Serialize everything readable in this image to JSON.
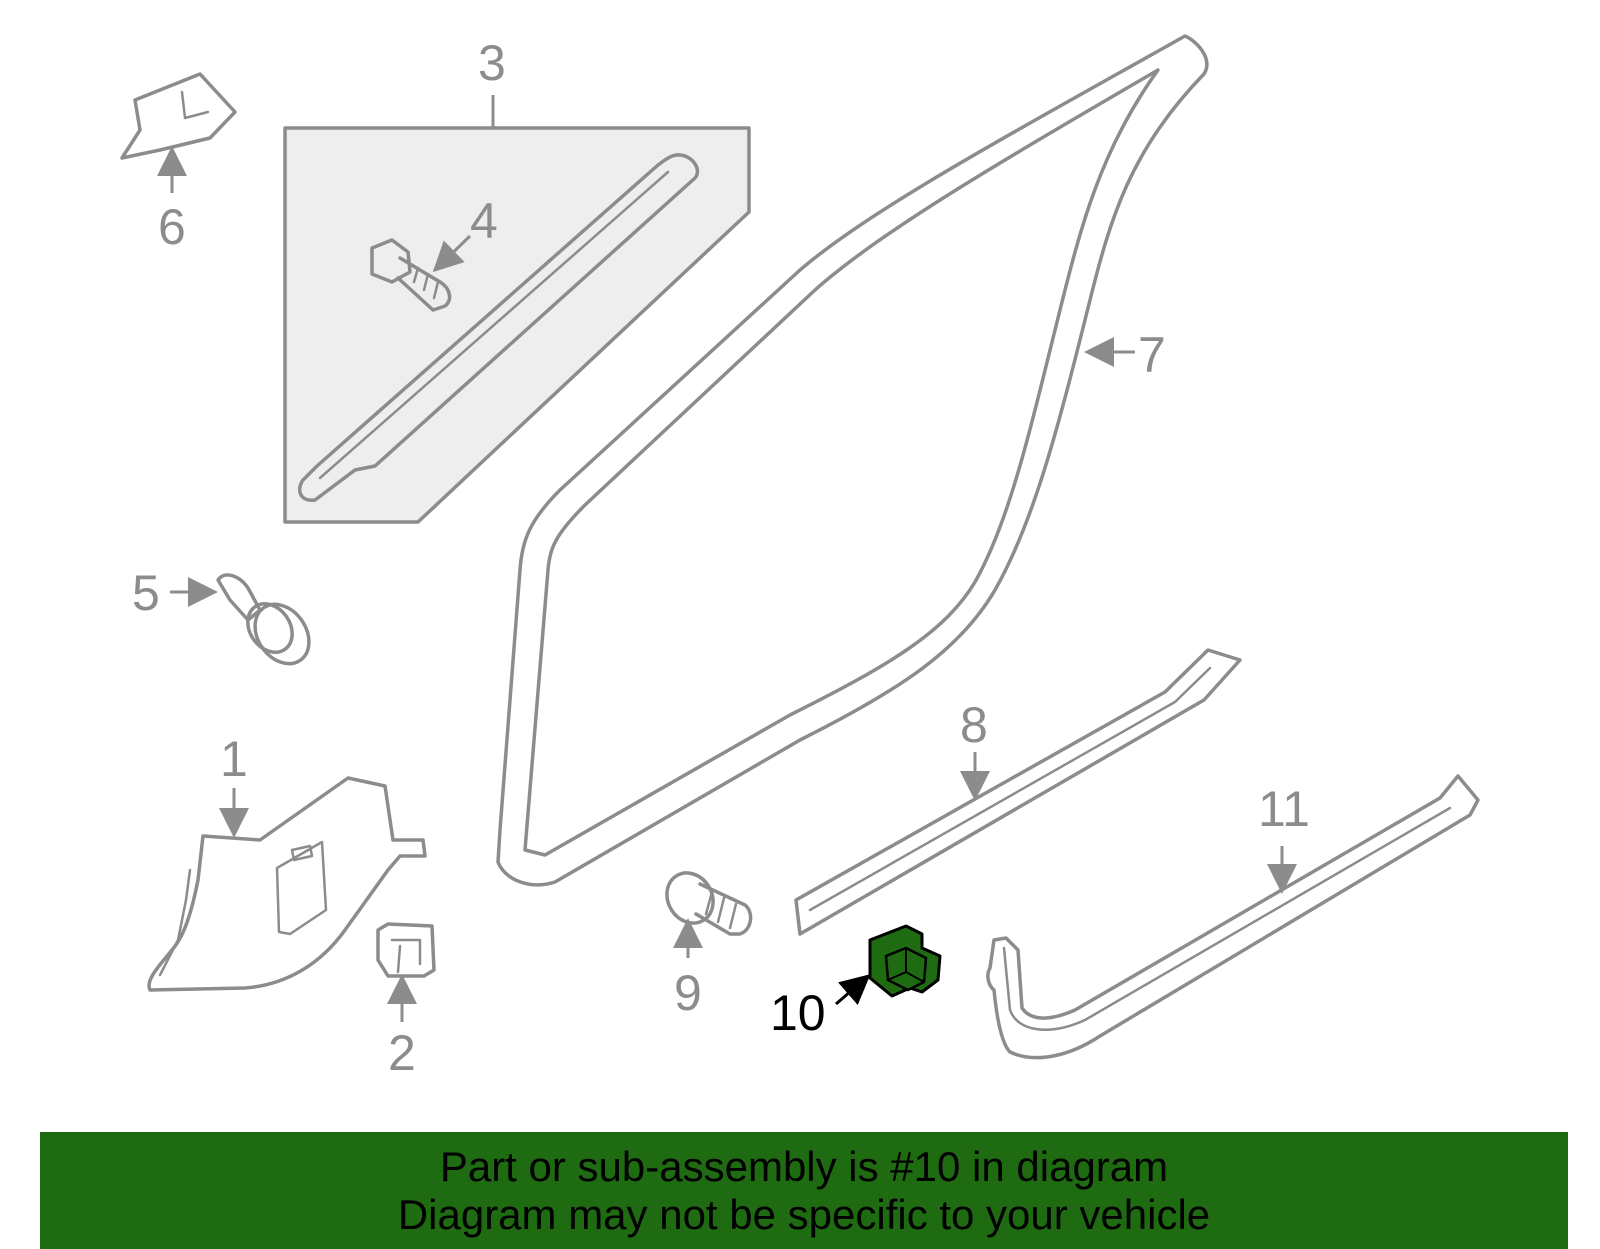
{
  "diagram": {
    "callouts": {
      "c1": "1",
      "c2": "2",
      "c3": "3",
      "c4": "4",
      "c5": "5",
      "c6": "6",
      "c7": "7",
      "c8": "8",
      "c9": "9",
      "c10": "10",
      "c11": "11"
    },
    "highlighted_part": "10",
    "colors": {
      "line": "#8c8c8c",
      "highlight_fill": "#1e6b12",
      "banner": "#1e6b12"
    }
  },
  "banner": {
    "line1": "Part or sub-assembly is #10 in diagram",
    "line2": "Diagram may not be specific to your vehicle"
  }
}
